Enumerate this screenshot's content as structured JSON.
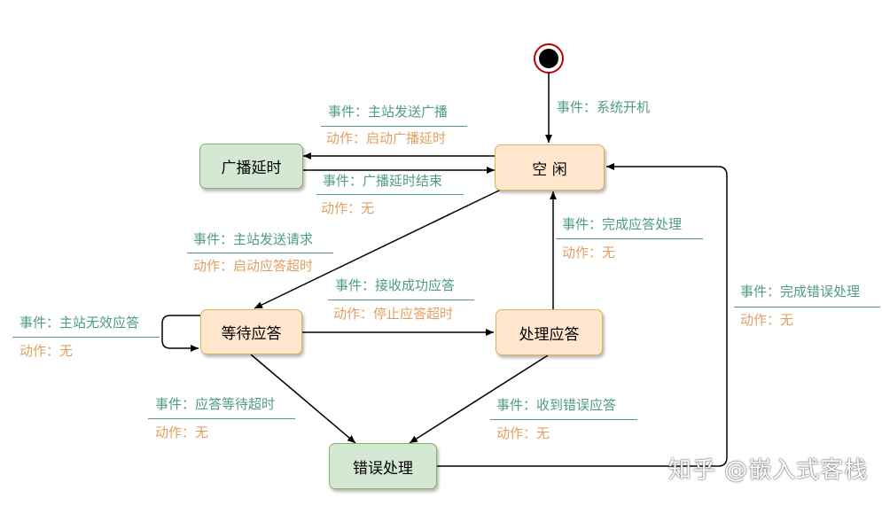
{
  "nodes": {
    "idle": "空 闲",
    "broadcast_delay": "广播延时",
    "waiting": "等待应答",
    "processing": "处理应答",
    "error": "错误处理"
  },
  "labels": {
    "boot_event": "事件：系统开机",
    "broadcast_event": "事件：主站发送广播",
    "broadcast_action": "动作：启动广播延时",
    "delay_end_event": "事件：广播延时结束",
    "delay_end_action": "动作：无",
    "request_event": "事件：主站发送请求",
    "request_action": "动作：启动应答超时",
    "invalid_event": "事件：主站无效应答",
    "invalid_action": "动作：无",
    "success_event": "事件：接收成功应答",
    "success_action": "动作：停止应答超时",
    "done_event": "事件：完成应答处理",
    "done_action": "动作：无",
    "timeout_event": "事件：应答等待超时",
    "timeout_action": "动作：无",
    "error_reply_event": "事件：收到错误应答",
    "error_reply_action": "动作：无",
    "error_done_event": "事件：完成错误处理",
    "error_done_action": "动作：无"
  },
  "watermark": "知乎 @嵌入式客栈"
}
